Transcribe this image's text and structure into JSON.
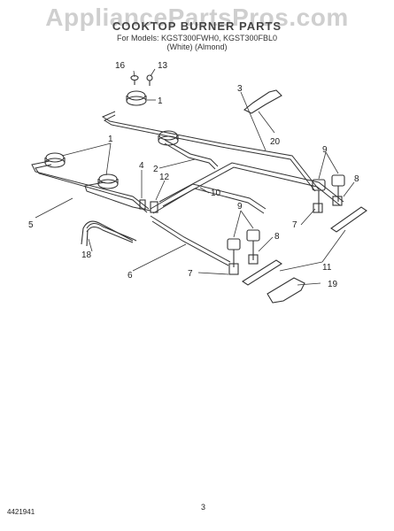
{
  "watermark": "AppliancePartsPros.com",
  "header": {
    "title": "COOKTOP BURNER PARTS",
    "models": "For Models: KGST300FWH0, KGST300FBL0",
    "variant": "(White)  (Almond)"
  },
  "callouts": [
    "16",
    "13",
    "1",
    "3",
    "20",
    "1",
    "9",
    "2",
    "4",
    "12",
    "8",
    "10",
    "5",
    "7",
    "9",
    "8",
    "18",
    "6",
    "11",
    "7",
    "19"
  ],
  "footer": {
    "code": "4421941",
    "page": "3"
  }
}
